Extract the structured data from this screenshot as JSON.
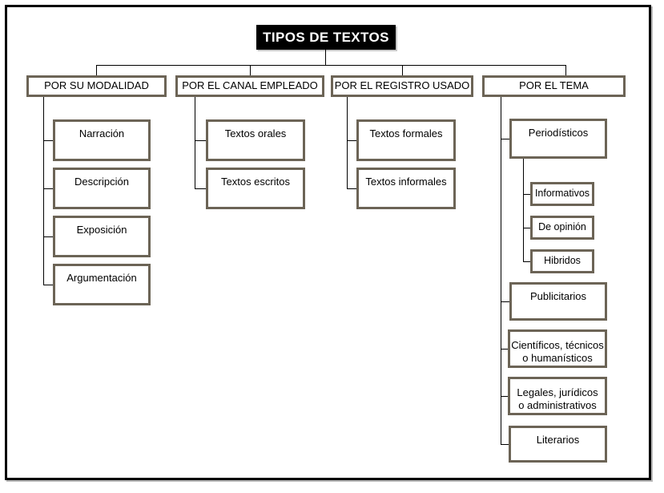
{
  "diagram": {
    "title": "TIPOS DE TEXTOS",
    "colors": {
      "frame": "#000000",
      "title_background": "#000000",
      "title_text": "#ffffff",
      "box_border": "#6c6456",
      "box_background": "#ffffff",
      "connector": "#000000"
    },
    "branches": [
      {
        "header": "POR SU MODALIDAD",
        "children": [
          {
            "label": "Narración"
          },
          {
            "label": "Descripción"
          },
          {
            "label": "Exposición"
          },
          {
            "label": "Argumentación"
          }
        ]
      },
      {
        "header": "POR EL CANAL EMPLEADO",
        "children": [
          {
            "label": "Textos orales"
          },
          {
            "label": "Textos escritos"
          }
        ]
      },
      {
        "header": "POR EL REGISTRO USADO",
        "children": [
          {
            "label": "Textos formales"
          },
          {
            "label": "Textos informales"
          }
        ]
      },
      {
        "header": "POR EL TEMA",
        "children": [
          {
            "label": "Periodísticos",
            "children": [
              {
                "label": "Informativos"
              },
              {
                "label": "De opinión"
              },
              {
                "label": "Hibridos"
              }
            ]
          },
          {
            "label": "Publicitarios"
          },
          {
            "label": "Científicos, técnicos",
            "label_line2": "o humanísticos"
          },
          {
            "label": "Legales, jurídicos",
            "label_line2": "o administrativos"
          },
          {
            "label": "Literarios"
          }
        ]
      }
    ]
  }
}
